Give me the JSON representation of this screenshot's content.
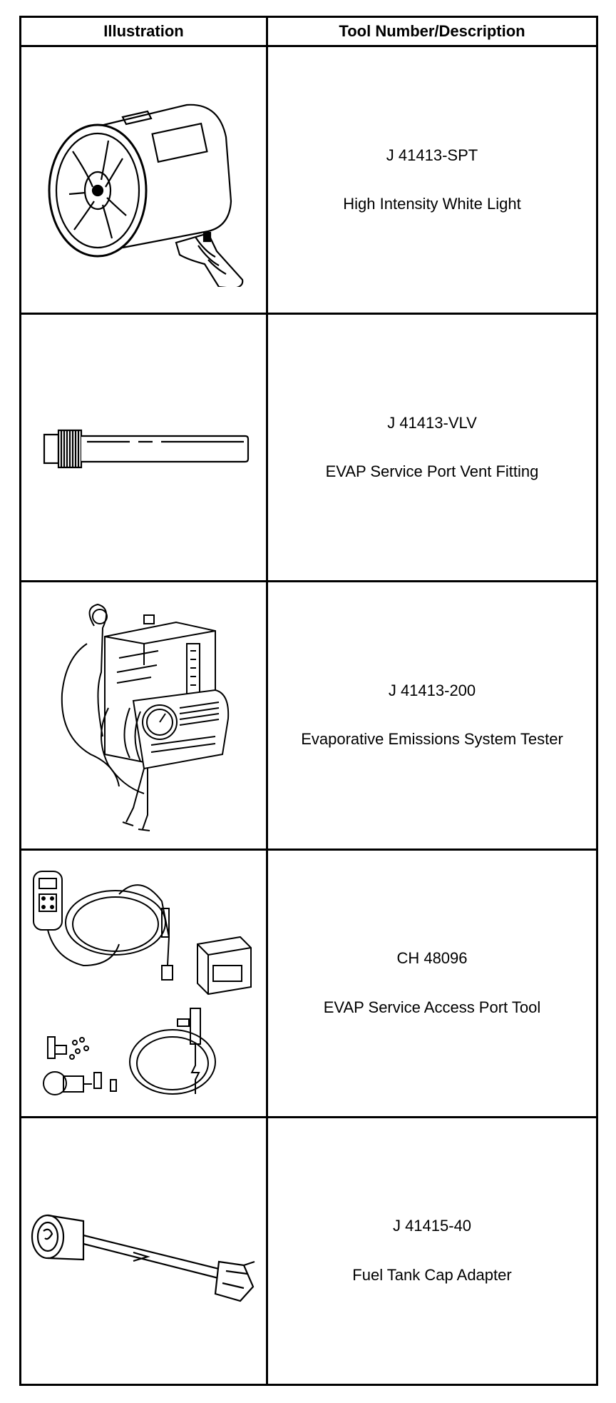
{
  "table": {
    "headers": [
      "Illustration",
      "Tool Number/Description"
    ],
    "rows": [
      {
        "tool_number": "J 41413-SPT",
        "description": "High Intensity White Light",
        "illustration_icon": "spotlight-icon"
      },
      {
        "tool_number": "J 41413-VLV",
        "description": "EVAP Service Port Vent Fitting",
        "illustration_icon": "vent-fitting-icon"
      },
      {
        "tool_number": "J 41413-200",
        "description": "Evaporative Emissions System Tester",
        "illustration_icon": "emissions-tester-icon"
      },
      {
        "tool_number": "CH 48096",
        "description": "EVAP Service Access Port Tool",
        "illustration_icon": "access-port-tool-kit-icon"
      },
      {
        "tool_number": "J 41415-40",
        "description": "Fuel Tank Cap Adapter",
        "illustration_icon": "fuel-cap-adapter-icon"
      }
    ]
  }
}
